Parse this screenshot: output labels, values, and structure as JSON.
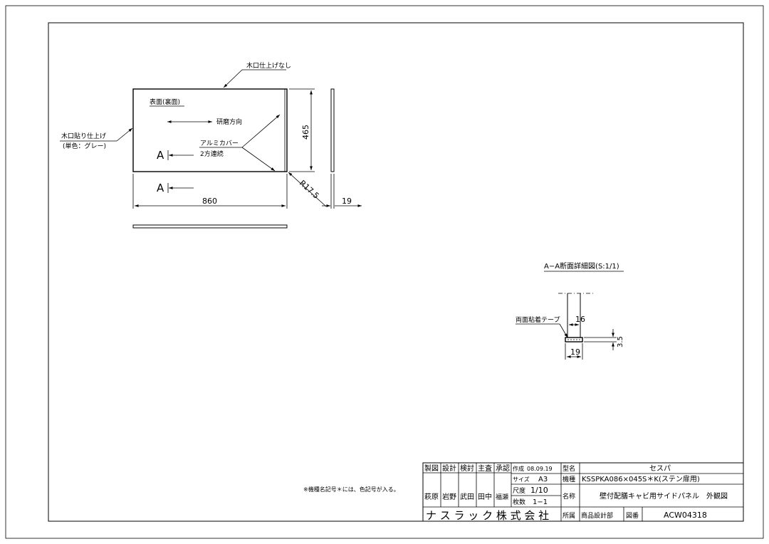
{
  "drawing": {
    "edge_note_top": "木口仕上げなし",
    "edge_note_left_1": "木口貼り仕上げ",
    "edge_note_left_2": "(単色：グレー)",
    "surface_label": "表面(裏面)",
    "grain_label": "研磨方向",
    "cover_label_1": "アルミカバー",
    "cover_label_2": "2方連続",
    "section_mark": "A",
    "dim_width": "860",
    "dim_height": "465",
    "dim_radius": "R17.5",
    "dim_thickness": "19",
    "detail_title": "A−A断面詳細図(S:1/1)",
    "detail_tape_label": "両面粘着テープ",
    "detail_dim_inner": "16",
    "detail_dim_outer": "19",
    "detail_dim_gap": "3.5",
    "footnote": "※機種名記号＊には、色記号が入る。"
  },
  "title_block": {
    "roles": [
      "製図",
      "設計",
      "検討",
      "主査",
      "承認"
    ],
    "names": [
      "萩原",
      "岩野",
      "武田",
      "田中",
      "福瀬"
    ],
    "created_label": "作成",
    "created_date": "08.09.19",
    "size_label": "サイズ",
    "size_value": "A3",
    "scale_label": "尺度",
    "scale_value": "1/10",
    "sheets_label": "枚数",
    "sheets_value": "1−1",
    "model_label": "型名",
    "model_value": "セスパ",
    "type_label": "機種",
    "type_value": "KSSPKA086×045S＊K(ステン扉用)",
    "name_label": "名称",
    "name_value": "壁付配膳キャビ用サイドパネル　外観図",
    "company": "ナ ス ラ ッ ク 株 式 会 社",
    "dept_label": "所属",
    "dept_value": "商品設計部",
    "drawing_no_label": "図番",
    "drawing_no_value": "ACW04318"
  }
}
